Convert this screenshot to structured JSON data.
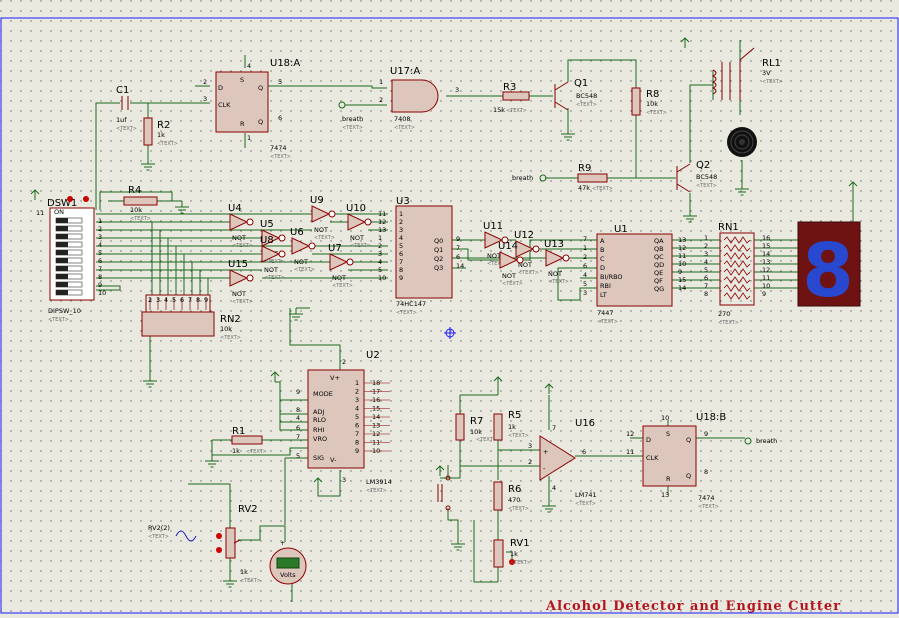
{
  "title": "Alcohol Detector and Engine Cutter",
  "text_placeholder": "<TEXT>",
  "components": {
    "U18A": {
      "ref": "U18:A",
      "part": "7474",
      "pins": {
        "d": "2",
        "clk": "3",
        "q": "5",
        "qb": "6",
        "s": "4",
        "r": "1"
      },
      "labels": {
        "clk": "CLK",
        "s": "S",
        "r": "R",
        "q": "Q",
        "d": "D",
        "qbar": "Q"
      }
    },
    "U17A": {
      "ref": "U17:A",
      "part": "7408",
      "pins": {
        "a": "1",
        "b": "2",
        "y": "3"
      }
    },
    "C1": {
      "ref": "C1",
      "value": "1uf"
    },
    "R2": {
      "ref": "R2",
      "value": "1k"
    },
    "R3": {
      "ref": "R3",
      "value": "15k"
    },
    "R8": {
      "ref": "R8",
      "value": "10k"
    },
    "R9": {
      "ref": "R9",
      "value": "47k"
    },
    "R4": {
      "ref": "R4",
      "value": "10k"
    },
    "R1": {
      "ref": "R1",
      "value": "1k"
    },
    "R5": {
      "ref": "R5",
      "value": "1k"
    },
    "R6": {
      "ref": "R6",
      "value": "470"
    },
    "R7": {
      "ref": "R7",
      "value": "10k"
    },
    "Q1": {
      "ref": "Q1",
      "value": "BC548"
    },
    "Q2": {
      "ref": "Q2",
      "value": "BC548"
    },
    "RL1": {
      "ref": "RL1",
      "value": "3V"
    },
    "DSW1": {
      "ref": "DSW1",
      "part": "DIPSW_10",
      "left_pin": "11",
      "on_label": "ON"
    },
    "RN2": {
      "ref": "RN2",
      "value": "10k",
      "pins": [
        "2",
        "3",
        "4",
        "5",
        "6",
        "7",
        "8",
        "9"
      ]
    },
    "RN1": {
      "ref": "RN1",
      "value": "270",
      "left_pins": [
        "1",
        "2",
        "3",
        "4",
        "5",
        "6",
        "7",
        "8"
      ],
      "right_pins": [
        "16",
        "15",
        "14",
        "13",
        "12",
        "11",
        "10",
        "9"
      ]
    },
    "U3": {
      "ref": "U3",
      "part": "74HC147",
      "in_pins": [
        "11",
        "12",
        "13",
        "1",
        "2",
        "3",
        "4",
        "5",
        "10"
      ],
      "in_labels": [
        "1",
        "2",
        "3",
        "4",
        "5",
        "6",
        "7",
        "8",
        "9"
      ],
      "out_pins": [
        "9",
        "7",
        "6",
        "14"
      ],
      "out_labels": [
        "Q0",
        "Q1",
        "Q2",
        "Q3"
      ]
    },
    "U1": {
      "ref": "U1",
      "part": "7447",
      "in_pins": [
        "7",
        "1",
        "2",
        "6",
        "4",
        "5",
        "3"
      ],
      "in_labels": [
        "A",
        "B",
        "C",
        "D",
        "BI/RBO",
        "RBI",
        "LT"
      ],
      "out_pins": [
        "13",
        "12",
        "11",
        "10",
        "9",
        "15",
        "14"
      ],
      "out_labels": [
        "QA",
        "QB",
        "QC",
        "QD",
        "QE",
        "QF",
        "QG"
      ]
    },
    "U2": {
      "ref": "U2",
      "part": "LM3914",
      "left_labels": [
        "MODE",
        "ADJ",
        "RLO",
        "RHI",
        "VRO",
        "SIG"
      ],
      "left_pins": [
        "9",
        "8",
        "4",
        "6",
        "7",
        "5"
      ],
      "right_labels": [
        "1",
        "2",
        "3",
        "4",
        "5",
        "6",
        "7",
        "8",
        "9",
        "10"
      ],
      "right_pins": [
        "18",
        "17",
        "16",
        "15",
        "14",
        "13",
        "12",
        "11",
        "10"
      ],
      "vplus_pin": "3",
      "vminus_pin": "2",
      "vplus": "V+",
      "vminus": "V-"
    },
    "U16": {
      "ref": "U16",
      "part": "LM741",
      "pins": {
        "inp": "3",
        "inn": "2",
        "out": "6",
        "v7": "7",
        "v4": "4"
      }
    },
    "U18B": {
      "ref": "U18:B",
      "part": "7474",
      "pins": {
        "d": "12",
        "clk": "11",
        "q": "9",
        "qb": "8",
        "s": "10",
        "r": "13"
      }
    },
    "RV2": {
      "ref": "RV2",
      "value": "1k"
    },
    "RV1": {
      "ref": "RV1",
      "value": "1k"
    },
    "RV2S2": {
      "ref": "RV2(2)"
    },
    "voltmeter": {
      "label": "Volts"
    },
    "inverters": [
      "U4",
      "U5",
      "U6",
      "U7",
      "U8",
      "U9",
      "U10",
      "U11",
      "U12",
      "U13",
      "U14",
      "U15"
    ],
    "not_label": "NOT",
    "breath_label": "breath",
    "seven_seg_digit": "8"
  }
}
